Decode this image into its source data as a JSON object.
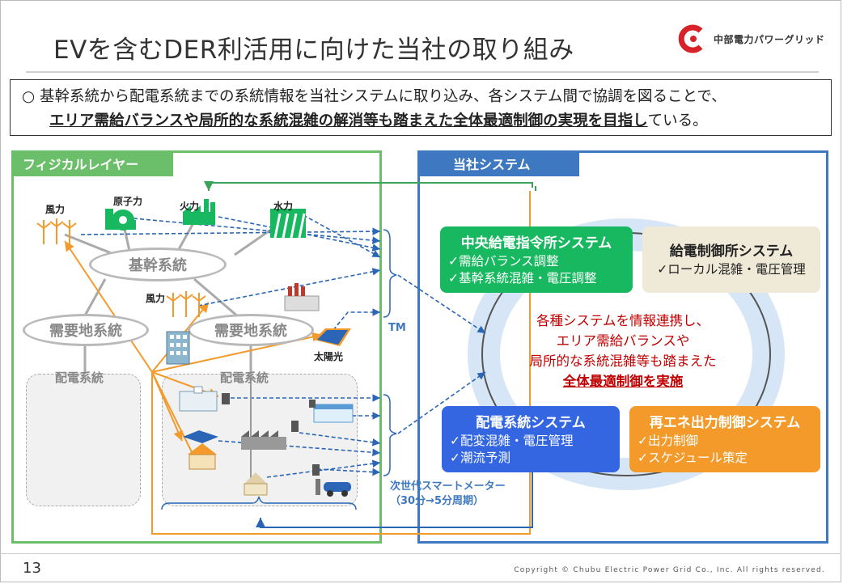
{
  "slide": {
    "title": "EVを含むDER利活用に向けた当社の取り組み",
    "logo_text": "中部電力パワーグリッド",
    "page_number": "13",
    "copyright": "Copyright © Chubu Electric Power Grid Co., Inc. All rights reserved."
  },
  "summary": {
    "bullet": "○",
    "line1": "基幹系統から配電系統までの系統情報を当社システムに取り込み、各システム間で協調を図ることで、",
    "line2_highlight": "エリア需給バランスや局所的な系統混雑の解消等も踏まえた全体最適制御の実現を目指し",
    "line2_rest": "ている。"
  },
  "physical": {
    "tag": "フィジカルレイヤー",
    "wind1": "風力",
    "nuclear": "原子力",
    "thermal": "火力",
    "hydro": "水力",
    "trunk": "基幹系統",
    "wind2": "風力",
    "demand1": "需要地系統",
    "demand2": "需要地系統",
    "solar": "太陽光",
    "dist1": "配電系統",
    "dist2": "配電系統"
  },
  "labels": {
    "tm": "TM",
    "meter_line1": "次世代スマートメーター",
    "meter_line2": "（30分→5分周期）"
  },
  "system": {
    "tag": "当社システム",
    "central": {
      "title": "中央給電指令所システム",
      "items": [
        "✓需給バランス調整",
        "✓基幹系統混雑・電圧調整"
      ]
    },
    "control": {
      "title": "給電制御所システム",
      "items": [
        "✓ローカル混雑・電圧管理"
      ]
    },
    "distribution": {
      "title": "配電系統システム",
      "items": [
        "✓配変混雑・電圧管理",
        "✓潮流予測"
      ]
    },
    "renewable": {
      "title": "再エネ出力制御システム",
      "items": [
        "✓出力制御",
        "✓スケジュール策定"
      ]
    },
    "center_line1": "各種システムを情報連携し、",
    "center_line2": "エリア需給バランスや",
    "center_line3": "局所的な系統混雑等も踏まえた",
    "center_line4": "全体最適制御を実施"
  },
  "colors": {
    "green_panel": "#6cbf6a",
    "blue_panel": "#3e78c0",
    "central_box": "#17b85f",
    "control_box": "#efe9d8",
    "distribution_box": "#3366e0",
    "renewable_box": "#f39a2b",
    "emphasis_red": "#c00000"
  }
}
